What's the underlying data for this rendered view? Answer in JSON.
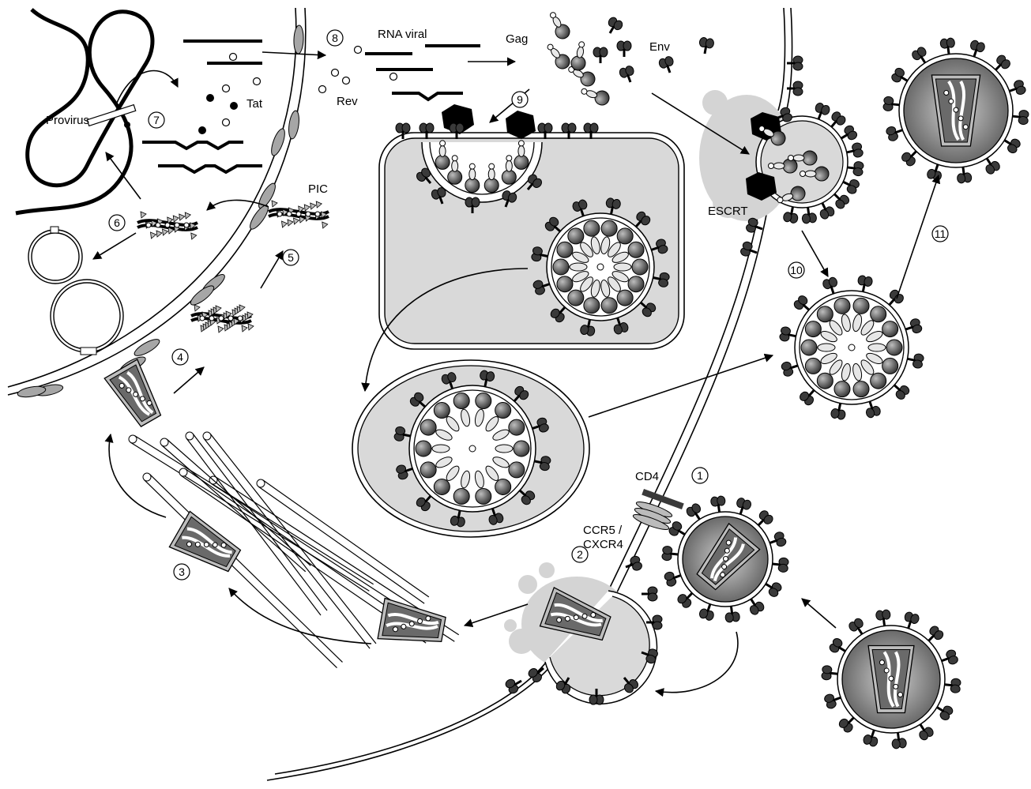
{
  "labels": {
    "provirus": "Provirus",
    "tat": "Tat",
    "rev": "Rev",
    "rna_viral": "RNA viral",
    "gag": "Gag",
    "env": "Env",
    "pic": "PIC",
    "escrt": "ESCRT",
    "cd4": "CD4",
    "ccr5": "CCR5 /",
    "cxcr4": "CXCR4"
  },
  "steps": [
    "1",
    "2",
    "3",
    "4",
    "5",
    "6",
    "7",
    "8",
    "9",
    "10",
    "11"
  ],
  "colors": {
    "cytoplasm_gray": "#d9d9d9",
    "capsid_dark": "#5a5a5a",
    "spike": "#3a3a3a",
    "receptor": "#a6a6a6",
    "line": "#000000"
  }
}
